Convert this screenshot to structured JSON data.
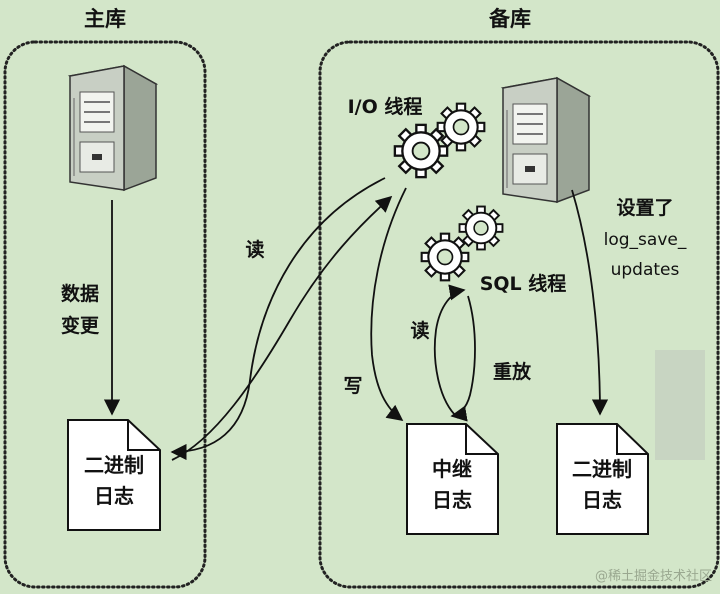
{
  "panels": {
    "master_title": "主库",
    "replica_title": "备库"
  },
  "labels": {
    "data_change_line1": "数据",
    "data_change_line2": "变更",
    "read_left": "读",
    "io_thread": "I/O 线程",
    "sql_thread": "SQL 线程",
    "write": "写",
    "read_sql": "读",
    "replay": "重放",
    "setting_line1": "设置了",
    "setting_line2": "log_save_",
    "setting_line3": "updates"
  },
  "documents": {
    "master_binlog_line1": "二进制",
    "master_binlog_line2": "日志",
    "relay_log_line1": "中继",
    "relay_log_line2": "日志",
    "replica_binlog_line1": "二进制",
    "replica_binlog_line2": "日志"
  },
  "watermark": "@稀土掘金技术社区",
  "colors": {
    "background": "#d3e6c9",
    "ink": "#111111",
    "document_fill": "#ffffff",
    "server_fill": "#c8cfc4"
  }
}
